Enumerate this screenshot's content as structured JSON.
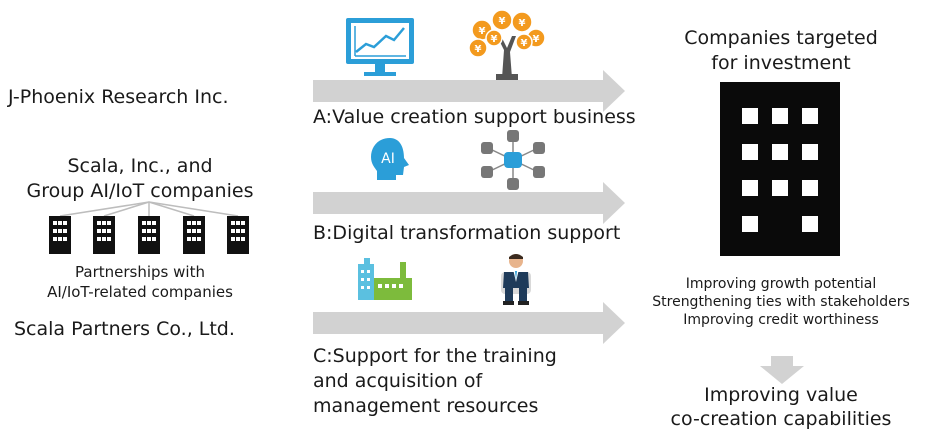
{
  "left": {
    "jphoenix": "J-Phoenix Research Inc.",
    "scala_line1": "Scala, Inc., and",
    "scala_line2": "Group AI/IoT companies",
    "partnerships_line1": "Partnerships with",
    "partnerships_line2": "AI/IoT-related companies",
    "scala_partners": "Scala Partners Co., Ltd."
  },
  "middle": {
    "a_label": "A:Value creation support business",
    "b_label": "B:Digital transformation support",
    "c_line1": "C:Support for the training",
    "c_line2": "and acquisition of",
    "c_line3": "management resources",
    "ai_icon_text": "AI"
  },
  "right": {
    "target_line1": "Companies targeted",
    "target_line2": "for investment",
    "benefit1": "Improving growth potential",
    "benefit2": "Strengthening ties with stakeholders",
    "benefit3": "Improving credit worthiness",
    "result_line1": "Improving value",
    "result_line2": "co-creation capabilities"
  },
  "icons": [
    "monitor-chart-icon",
    "money-tree-icon",
    "ai-head-icon",
    "database-network-icon",
    "factory-icon",
    "businessman-icon",
    "office-building-icon"
  ],
  "colors": {
    "accent_blue": "#2b9ed8",
    "arrow_gray": "#d2d2d2",
    "building_black": "#0a0a0a",
    "coin_orange": "#f39a1e"
  }
}
